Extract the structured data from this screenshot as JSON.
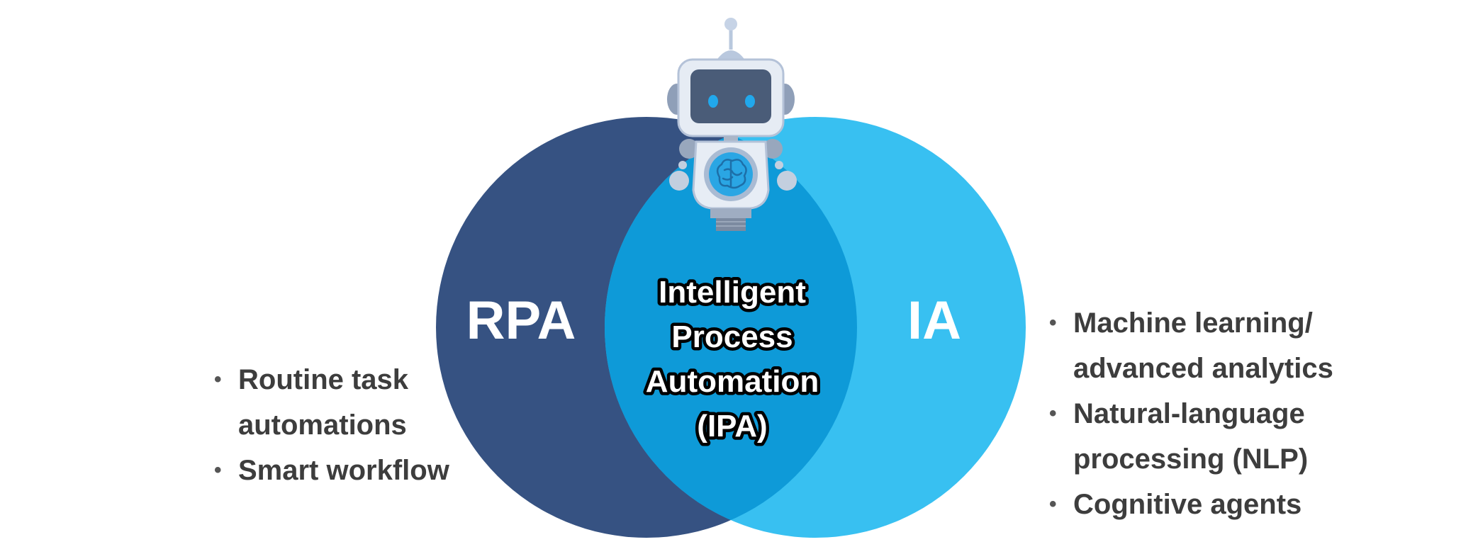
{
  "diagram": {
    "left_circle": {
      "label": "RPA",
      "color": "#365282"
    },
    "right_circle": {
      "label": "IA",
      "color": "#38c0f1"
    },
    "overlap": {
      "color": "#0e9ad8",
      "lines": [
        "Intelligent",
        "Process",
        "Automation",
        "(IPA)"
      ]
    },
    "robot_icon": "robot-icon",
    "brain_icon": "brain-icon"
  },
  "left_list": {
    "items": [
      "Routine task automations",
      "Smart workflow"
    ]
  },
  "right_list": {
    "items": [
      "Machine learning/ advanced analytics",
      "Natural-language processing (NLP)",
      "Cognitive agents"
    ]
  }
}
